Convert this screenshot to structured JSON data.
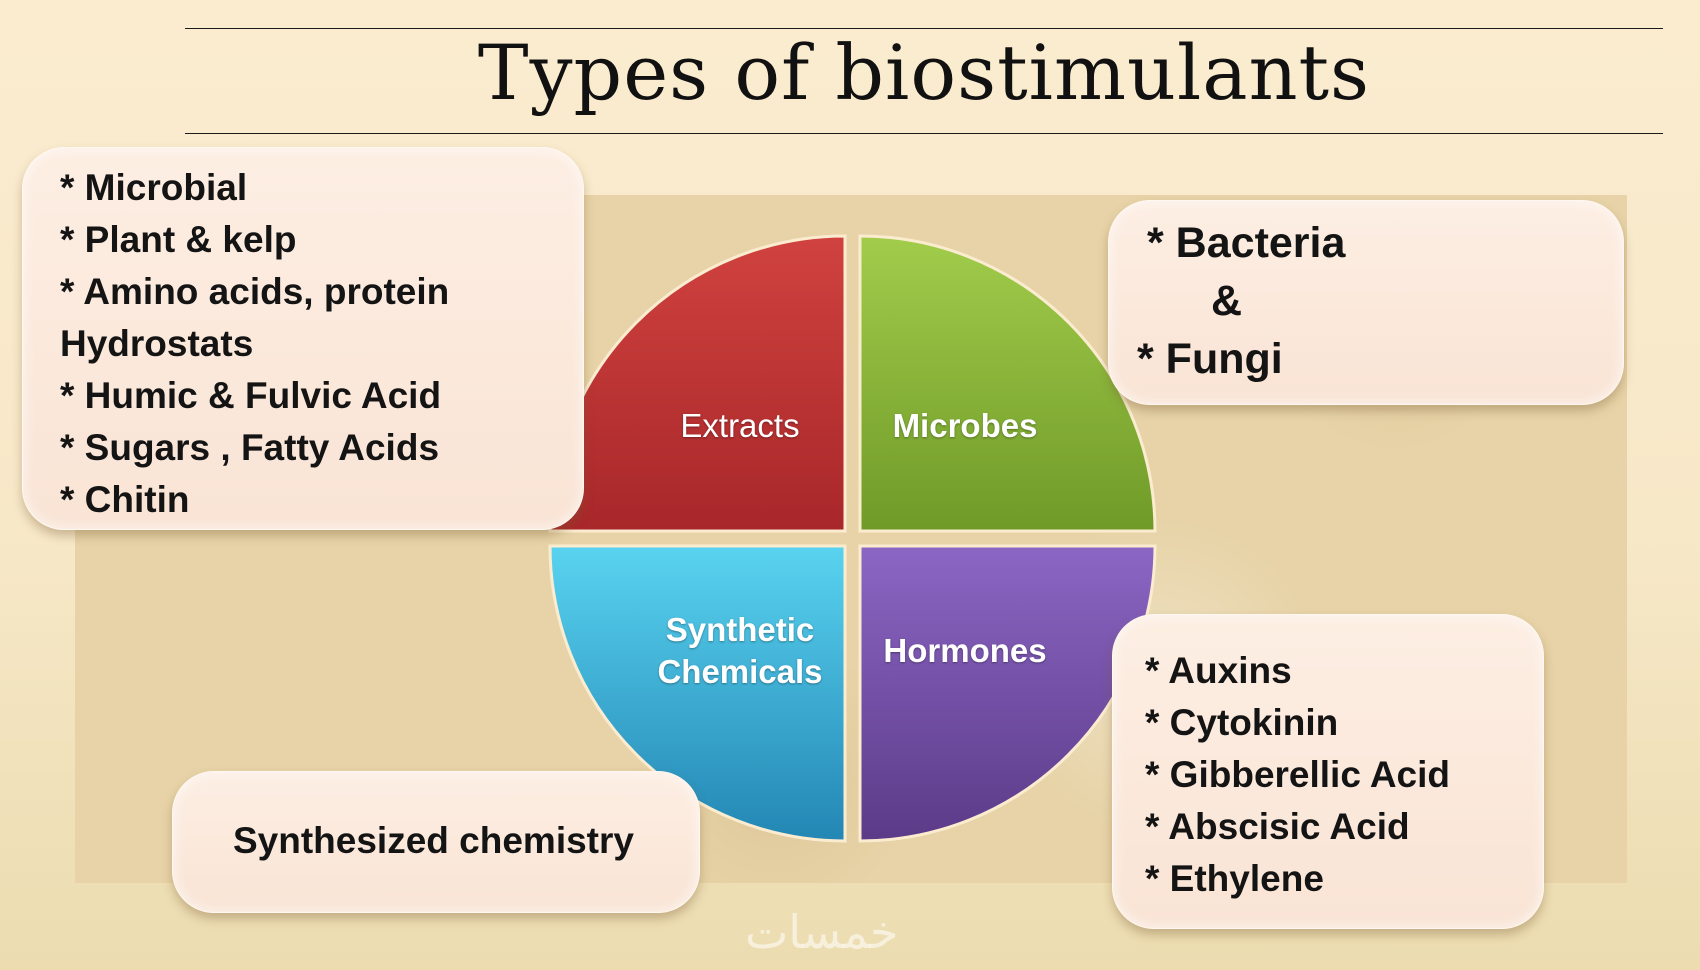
{
  "title": "Types of biostimulants",
  "quadrants": [
    {
      "id": "extracts",
      "label": "Extracts",
      "color": "#b8302f"
    },
    {
      "id": "microbes",
      "label": "Microbes",
      "color": "#7ea92f"
    },
    {
      "id": "synthetic",
      "label_lines": [
        "Synthetic",
        "Chemicals"
      ],
      "color": "#2b9cc4"
    },
    {
      "id": "hormones",
      "label": "Hormones",
      "color": "#6f4a9c"
    }
  ],
  "extracts_box": {
    "items": [
      "* Microbial",
      "* Plant & kelp",
      "* Amino acids, protein",
      "Hydrostats",
      "* Humic & Fulvic Acid",
      "* Sugars , Fatty Acids",
      "* Chitin"
    ]
  },
  "microbes_box": {
    "line1": "* Bacteria",
    "line2": "&",
    "line3": "* Fungi"
  },
  "synthetic_box": {
    "text": "Synthesized chemistry"
  },
  "hormones_box": {
    "items": [
      "* Auxins",
      "* Cytokinin",
      "* Gibberellic Acid",
      "* Abscisic Acid",
      "* Ethylene"
    ]
  },
  "watermark": "خمسات"
}
